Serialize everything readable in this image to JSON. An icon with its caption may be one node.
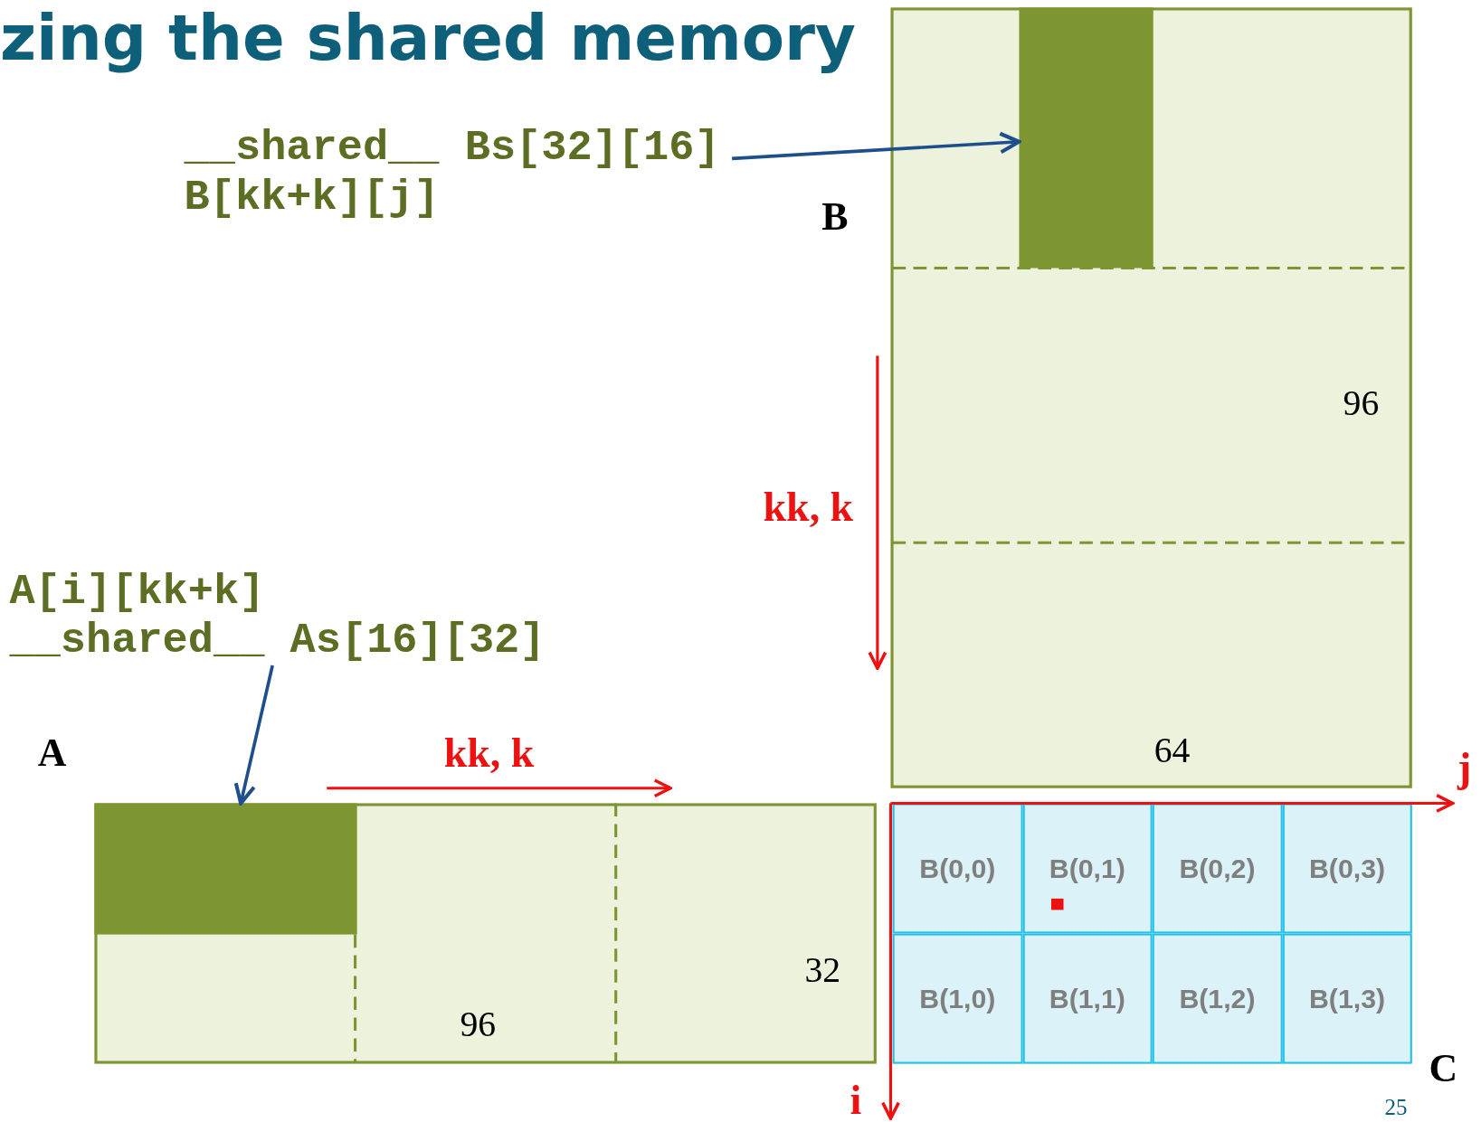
{
  "diagram": {
    "title": "zing the shared memory",
    "nodes": [
      {
        "text": [
          "B"
        ]
      },
      {
        "text": [],
        "shape": "box",
        "in": 0
      },
      {
        "text": [
          "A"
        ]
      },
      {
        "text": [],
        "shape": "box",
        "in": 2
      },
      {
        "text": [
          "C"
        ]
      },
      {
        "text": [
          "B(0,0)"
        ],
        "in": 4
      },
      {
        "text": [
          "B(0,1)"
        ],
        "in": 4
      },
      {
        "text": [
          "B(0,2)"
        ],
        "in": 4
      },
      {
        "text": [
          "B(0,3)"
        ],
        "in": 4
      },
      {
        "text": [
          "B(1,0)"
        ],
        "in": 4
      },
      {
        "text": [
          "B(1,1)"
        ],
        "in": 4
      },
      {
        "text": [
          "B(1,2)"
        ],
        "in": 4
      },
      {
        "text": [
          "B(1,3)"
        ],
        "in": 4
      },
      {
        "text": [
          "__shared__ Bs[32][16]",
          "B[kk+k][j]"
        ]
      },
      {
        "text": [
          "A[i][kk+k]",
          "__shared__ As[16][32]"
        ]
      }
    ],
    "edges": [
      {
        "from": 13,
        "to": 1,
        "arrow": "to"
      },
      {
        "from": 14,
        "to": 3,
        "arrow": "to"
      }
    ],
    "labels": [
      "96",
      "kk, k",
      "kk, k",
      "64",
      "j",
      "32",
      "96",
      "i",
      "25"
    ]
  }
}
